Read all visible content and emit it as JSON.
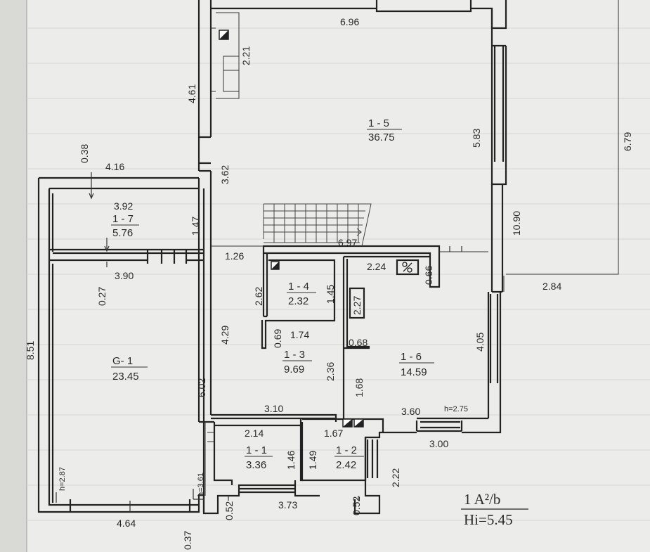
{
  "rooms": {
    "r15": {
      "id": "1 - 5",
      "area": "36.75"
    },
    "r17": {
      "id": "1 - 7",
      "area": "5.76"
    },
    "r14": {
      "id": "1 - 4",
      "area": "2.32"
    },
    "r13": {
      "id": "1 - 3",
      "area": "9.69"
    },
    "r16": {
      "id": "1 - 6",
      "area": "14.59"
    },
    "rg1": {
      "id": "G- 1",
      "area": "23.45"
    },
    "r11": {
      "id": "1 - 1",
      "area": "3.36"
    },
    "r12": {
      "id": "1 - 2",
      "area": "2.42"
    }
  },
  "dims": {
    "d696": "6.96",
    "d221": "2.21",
    "d461": "4.61",
    "d583": "5.83",
    "d679": "6.79",
    "d038": "0.38",
    "d416": "4.16",
    "d362": "3.62",
    "d392": "3.92",
    "d147": "1.47",
    "d1090": "10.90",
    "d697": "6.97",
    "d126": "1.26",
    "d224": "2.24",
    "d066": "0.66",
    "d284": "2.84",
    "d390": "3.90",
    "d027": "0.27",
    "d262": "2.62",
    "d145": "1.45",
    "d227": "2.27",
    "d429": "4.29",
    "d069": "0.69",
    "d174": "1.74",
    "d068": "0.68",
    "d405": "4.05",
    "d851": "8.51",
    "d236": "2.36",
    "d168": "1.68",
    "d602": "6.02",
    "d310": "3.10",
    "d360": "3.60",
    "d214": "2.14",
    "d167": "1.67",
    "d300": "3.00",
    "d287": "h=2.87",
    "d146": "1.46",
    "d149": "1.49",
    "d222": "2.22",
    "d361": "h=3.61",
    "d052a": "0.52",
    "d373": "3.73",
    "d052b": "0.52",
    "d464": "4.64",
    "d037": "0.37",
    "h275": "h=2.75"
  },
  "legend": {
    "line1": "1 A²/b",
    "line2": "Hi=5.45"
  }
}
